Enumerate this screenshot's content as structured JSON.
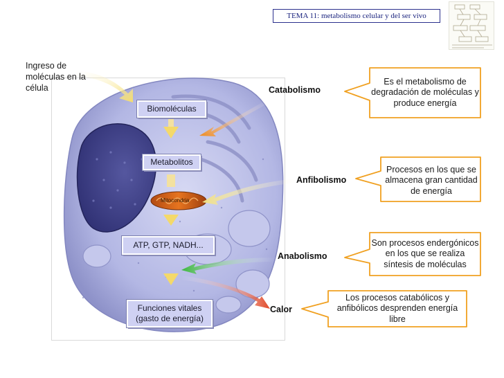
{
  "header": {
    "topic_title": "TEMA 11: metabolismo celular y del ser vivo"
  },
  "diagram": {
    "intro_text": "Ingreso de moléculas en la célula",
    "steps": {
      "biomoleculas": "Biomoléculas",
      "metabolitos": "Metabolitos",
      "mitocondria": "Mitocondria",
      "atp": "ATP, GTP, NADH...",
      "funciones": "Funciones vitales (gasto de energía)"
    },
    "processes": {
      "catabolismo": "Catabolismo",
      "anfibolismo": "Anfibolismo",
      "anabolismo": "Anabolismo",
      "calor": "Calor"
    },
    "callouts": {
      "catabolismo": "Es el metabolismo de degradación de moléculas y produce energía",
      "anfibolismo": "Procesos en los que se almacena gran cantidad de energía",
      "anabolismo": "Son procesos endergónicos en los que se realiza síntesis de moléculas",
      "calor": "Los procesos catabólicos y anfibólicos desprenden energía libre"
    }
  },
  "colors": {
    "banner_border": "#2a2f8c",
    "box_fill": "#cfd1f3",
    "callout_fill": "#ffffff",
    "callout_border": "#f0a020",
    "arrow_orange": "#f08a1c",
    "arrow_yellow": "#f3e89a",
    "arrow_green": "#4fc14f",
    "arrow_red": "#e04a2a",
    "cell_body": "#b8bce6",
    "nucleus": "#3d3f86"
  },
  "icons": {
    "thumbnail": "slide-thumbnail-icon",
    "mitochondrion": "mitochondrion-icon"
  }
}
